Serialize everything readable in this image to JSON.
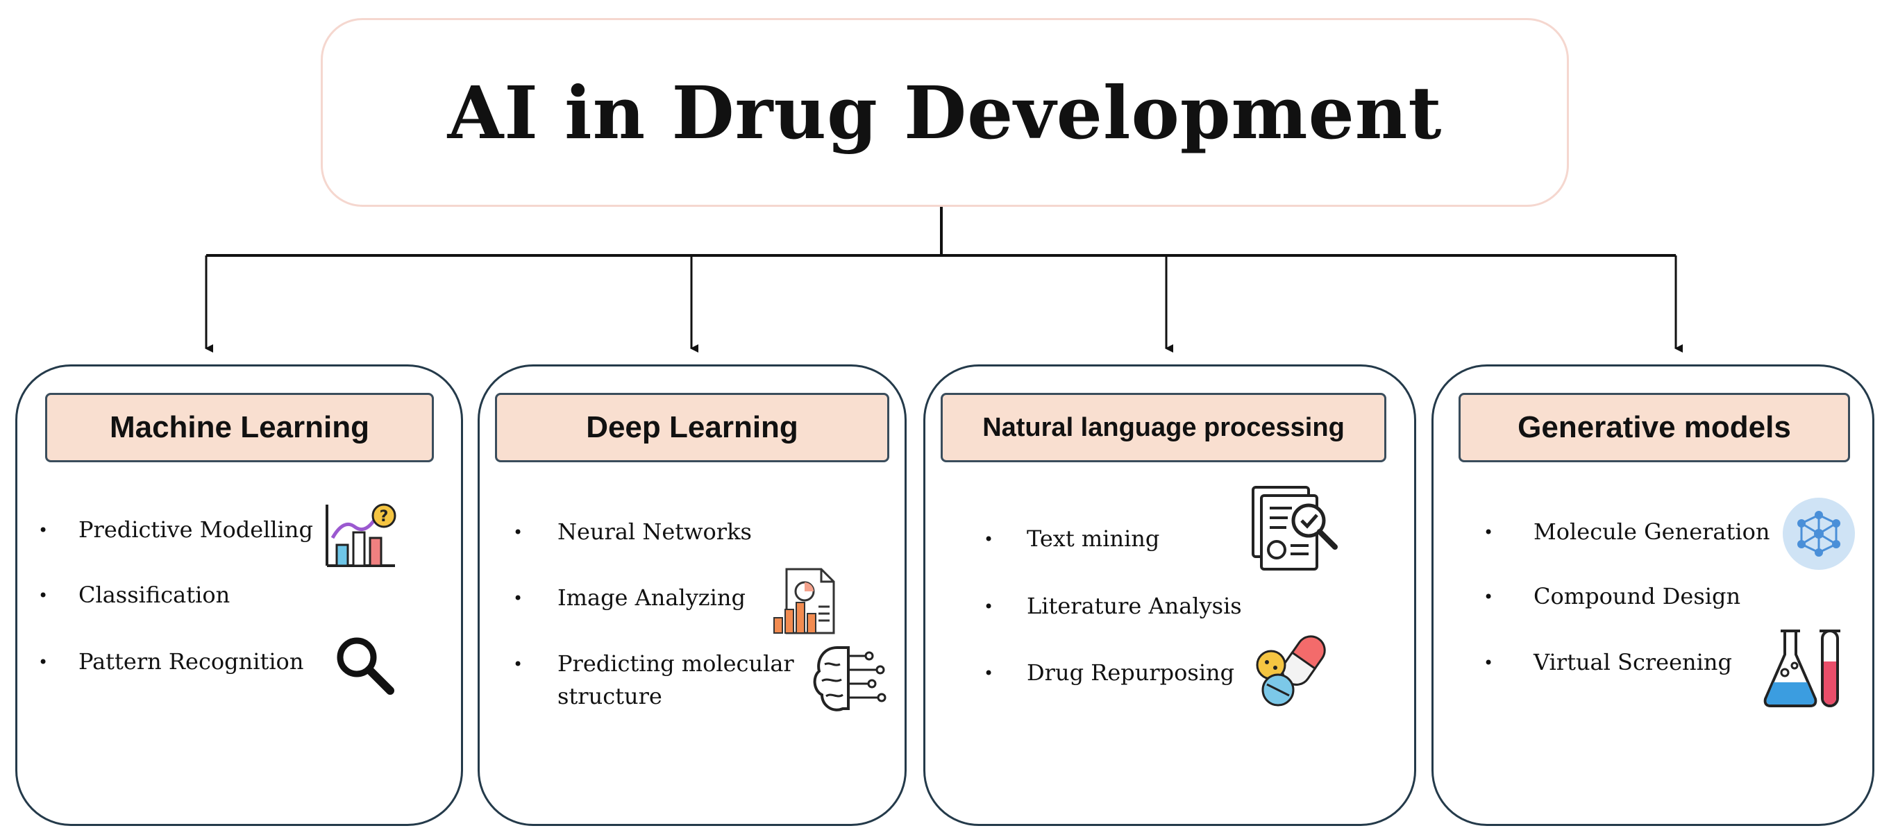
{
  "title": "AI in Drug Development",
  "categories": [
    {
      "heading": "Machine Learning",
      "items": [
        "Predictive Modelling",
        "Classification",
        "Pattern Recognition"
      ],
      "icons": [
        "bar-chart-question-icon",
        "magnifier-icon"
      ]
    },
    {
      "heading": "Deep Learning",
      "items": [
        "Neural Networks",
        "Image Analyzing",
        "Predicting molecular",
        "structure"
      ],
      "icons": [
        "document-chart-icon",
        "ai-brain-icon"
      ]
    },
    {
      "heading": "Natural language processing",
      "items": [
        "Text mining",
        "Literature Analysis",
        "Drug Repurposing"
      ],
      "icons": [
        "document-search-icon",
        "pills-icon"
      ]
    },
    {
      "heading": "Generative models",
      "items": [
        "Molecule Generation",
        "Compound Design",
        "Virtual Screening"
      ],
      "icons": [
        "molecule-network-icon",
        "lab-flasks-icon"
      ]
    }
  ],
  "colors": {
    "card_border": "#243a4a",
    "header_fill": "#f9dfd0",
    "title_border": "#f5d7cf",
    "connector": "#111111"
  }
}
